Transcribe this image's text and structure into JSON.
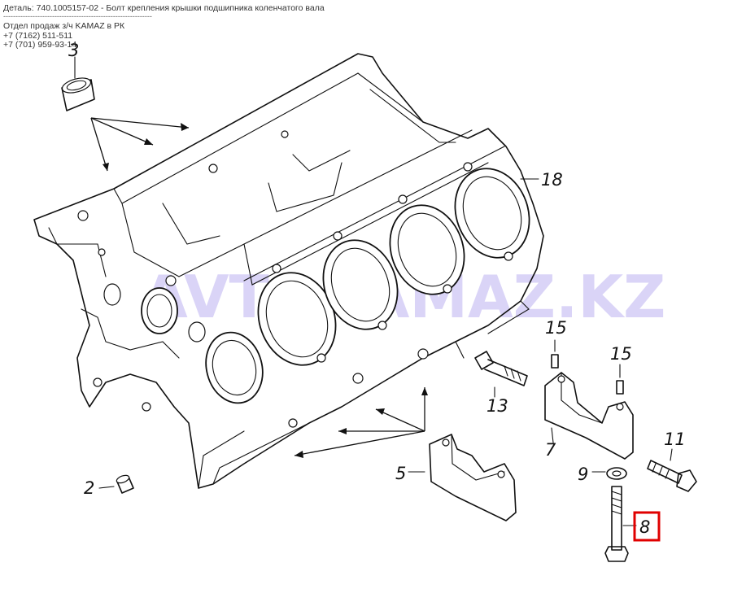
{
  "header": {
    "title": "Деталь: 740.1005157-02 - Болт крепления крышки подшипника коленчатого вала",
    "rule": "-------------------------------------------------------------",
    "department": "Отдел продаж з/ч KAMAZ в РК",
    "phone1": "+7 (7162) 511-511",
    "phone2": "+7 (701) 959-93-14"
  },
  "watermark": "AVTOKAMAZ.KZ",
  "callouts": {
    "c2": "2",
    "c3": "3",
    "c5": "5",
    "c7": "7",
    "c8": "8",
    "c9": "9",
    "c11": "11",
    "c13": "13",
    "c15a": "15",
    "c15b": "15",
    "c18": "18"
  },
  "highlight": {
    "part": "8",
    "color": "#e00000"
  },
  "colors": {
    "line": "#111111",
    "background": "#ffffff",
    "watermark": "#8c78e6"
  }
}
